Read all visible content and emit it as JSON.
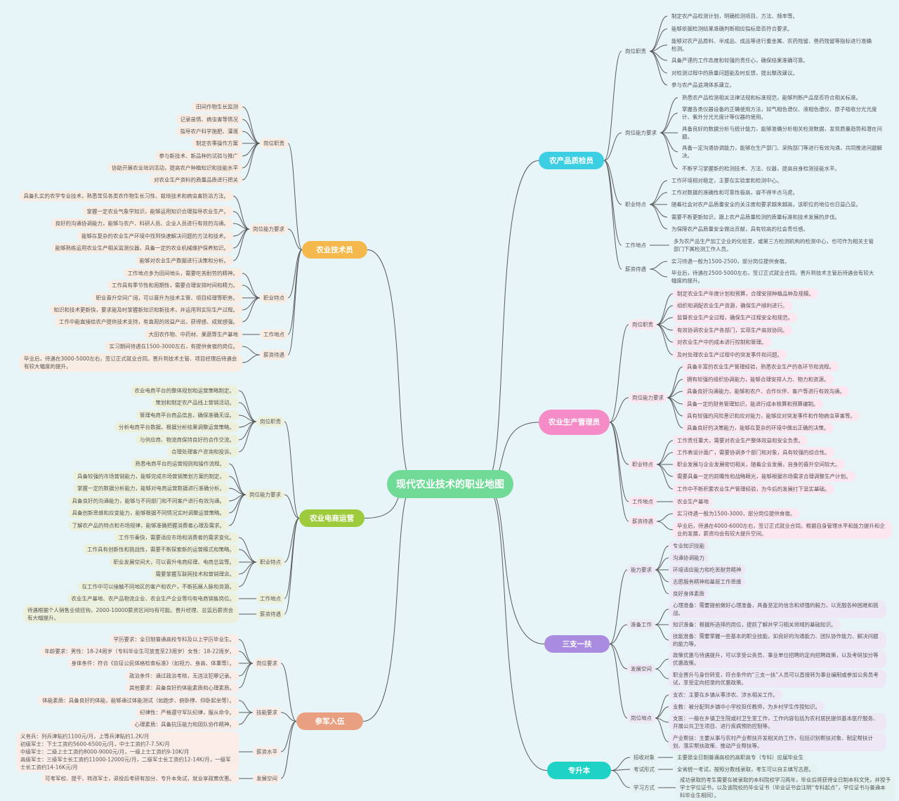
{
  "title": "现代农业技术的职业地图",
  "branches": [
    {
      "label": "农产品质检员",
      "color": "#3ccfe3",
      "leaf_bg": "transparent",
      "groups": [
        {
          "label": "岗位职责",
          "items": [
            "制定农产品检测计划，明确检测项目、方法、频率等。",
            "能够依据检测结果准确判断相应指标是否符合要求。",
            "能够对农产品原料、半成品、成品等进行重金属、农药残留、兽药残留等指标进行准确检测。",
            "具备严谨的工作态度和较强的责任心，确保结果准确可靠。",
            "对检测过程中的质量问题能及时反馈，提出整改建议。",
            "参与农产品追溯体系建立。"
          ]
        },
        {
          "label": "岗位能力要求",
          "items": [
            "熟悉农产品检测相关法律法规和标准规范，能够判断产品是否符合相关标准。",
            "掌握各类仪器设备的正确使用方法，如气相色谱仪、液相色谱仪、原子吸收分光光度计、紫外分光光度计等仪器的使用。",
            "具备良好的数据分析与统计能力，能够准确分析相关检测数据，发现质量趋势和潜在问题。",
            "具备一定沟通协调能力，能够在生产部门、采购部门等进行有效沟通，共同推进问题解决。",
            "不断学习掌握新的检测技术、方法、仪器，提高自身检测技能水平。"
          ]
        },
        {
          "label": "职业特点",
          "items": [
            "工作环境相对稳定，主要在实验室和检测中心。",
            "工作对数据的准确性和可靠性极高，容不得半点马虎。",
            "随着社会对农产品质量安全的关注度和要求越来越高，该职位的地位也日益凸显。",
            "需要不断更新知识，跟上农产品质量检测的质量标准和技术发展的步伐。",
            "为保障农产品质量安全做出贡献，具有较高的社会责任感。"
          ]
        },
        {
          "label": "工作地点",
          "items": [
            "多为农产品生产加工企业的化验室，或第三方检测机构的检测中心，也可作为相关主管部门下属检测工作人员。"
          ]
        },
        {
          "label": "薪资待遇",
          "items": [
            "实习待遇一般为1500-2500，部分岗位提供食宿。",
            "毕业后，待遇在2500-5000左右，签订正式就业合同。晋升到技术主管后待遇会有较大幅度的提升。"
          ]
        }
      ]
    },
    {
      "label": "农业生产管理员",
      "color": "#f58cc8",
      "leaf_bg": "#fce6f0",
      "groups": [
        {
          "label": "岗位职责",
          "items": [
            "制定农业生产年度计划和预算，合理安排种植品种及规模。",
            "组织和调配农业生产资源，确保生产顺利进行。",
            "监督农业生产全过程，确保生产过程安全和规范。",
            "有效协调农业生产各部门，实现生产高效协同。",
            "对农业生产中的成本进行控制和管理。",
            "及时处理农业生产过程中的突发事件和问题。"
          ]
        },
        {
          "label": "岗位能力要求",
          "items": [
            "具备丰富的农业生产管理经验，熟悉农业生产的各环节和流程。",
            "拥有较强的组织协调能力，能够合理安排人力、物力和资源。",
            "具备良好沟通能力，能够和农户、合作伙伴、客户等进行有效沟通。",
            "具备一定的财务管理知识，能进行成本核算和预算编制。",
            "具有较强的风险意识和应对能力，能够应对突发事件和作物病虫草害等。",
            "具备良好的决策能力，能够在复杂的环境中做出正确的决策。"
          ]
        },
        {
          "label": "职业特点",
          "items": [
            "工作责任重大，需要对农业生产整体效益和安全负责。",
            "工作表设计面广，需要协调多个部门和对象，具有较强的综合性。",
            "职业发展与企业发展密切相关，随着企业发展，自身的晋升空间较大。",
            "需要具备一定的前瞻性和战略眼光，能够根据市场需求合理调整生产计划。",
            "工作中不断积累农业生产管理经验，为今后的发展打下坚实基础。"
          ]
        },
        {
          "label": "工作地点",
          "items": [
            "农业生产基地"
          ]
        },
        {
          "label": "薪资待遇",
          "items": [
            "实习待遇一般为1500-3000，部分岗位提供食宿。",
            "毕业后，待遇在4000-6000左右，签订正式就业合同。根据自身管理水平和能力提升和企业的发展，薪资均会有较大提升空间。"
          ]
        }
      ]
    },
    {
      "label": "三支一扶",
      "color": "#a98be0",
      "leaf_bg": "#eee8f6",
      "groups": [
        {
          "label": "能力要求",
          "items": [
            "专业知识技能",
            "沟通协调能力",
            "环境适应能力和吃苦耐劳精神",
            "志愿服务精神和基层工作思维",
            "良好身体素质"
          ]
        },
        {
          "label": "准备工作",
          "items": [
            "心理准备：需要提前做好心理准备，具备坚定的信念和顽强的毅力，以克服各种困难和挑战。",
            "知识准备：根据所选择的岗位，提前了解并学习相关领域的基础知识。",
            "技能准备：需要掌握一些基本的职业技能，如良好的沟通能力、团队协作能力、解决问题的能力等。"
          ]
        },
        {
          "label": "发展空间",
          "items": [
            "政策优惠与待遇提升，可以享受公务员、事业单位招聘的定向招聘政策，以及考研加分等优惠政策。",
            "职业晋升与身份转变，符合条件的“三支一扶”人员可以直接转为事业编制或参加公务员考试，享受定向招录的优惠政策。"
          ]
        },
        {
          "label": "岗位地点",
          "items": [
            "支农：主要在乡镇从事涉农、涉水相关工作。",
            "支教：被分配到乡镇中小学校担任教师，为乡村学生传授知识。",
            "支医：一般在乡镇卫生院或村卫生室工作，工作内容包括为农村居民提供基本医疗服务、开展公共卫生项目、进行疾病预防控制等。",
            "产业帮扶：主要从事与农村产业帮扶开发相关的工作，包括识别帮扶对象、制定帮扶计划、落实帮扶政策、推动产业帮扶等。"
          ]
        }
      ]
    },
    {
      "label": "专升本",
      "color": "#1fd2c6",
      "leaf_bg": "#e4f2f2",
      "groups": [
        {
          "label": "招收对象",
          "items": [
            "主要是全日制普通高校的高职高专（专科）应届毕业生"
          ]
        },
        {
          "label": "考试形式",
          "items": [
            "全省统一考试，按照分数线录取，考生可以自主填写志愿。"
          ]
        },
        {
          "label": "学习方式",
          "items": [
            "成功录取的考生需要在被录取的本科院校学习两年，毕业后将获得全日制本科文凭，并授予学士学位证书，以及该院校的毕业证书（毕业证书会注明“专科起点”，学位证书与普通本科毕业生相同）。"
          ]
        }
      ]
    },
    {
      "label": "农业技术员",
      "color": "#f4b84c",
      "leaf_bg": "#f9ece2",
      "groups": [
        {
          "label": "岗位职责",
          "items": [
            "田间作物生长监测",
            "记录苗情、病虫害等情况",
            "指导农户科学施肥、灌溉",
            "制定农事操作方案",
            "参与新技术、新品种的试验与推广",
            "协助开展农业培训活动，提高农户种植知识和技能水平",
            "对农业生产资料的质量品质进行把关"
          ]
        },
        {
          "label": "岗位能力要求",
          "items": [
            "具备扎实的农学专业技术，熟悉常见各类农作物生长习性、栽培技术和病虫害防治方法。",
            "掌握一定农业气象学知识，能够运用知识合理指导农业生产。",
            "良好的沟通协调能力，能够与农户、科研人员、企业人员进行有效的沟通。",
            "能够在复杂的农业生产环境中找到快速解决问题的方法和技术。",
            "能够熟练运用农业生产相关监测仪器，具备一定的农业机械维护保养知识。",
            "能够对农业生产数据进行决策和分析。"
          ]
        },
        {
          "label": "职业特点",
          "items": [
            "工作地点多为田间地头，需要吃苦耐劳的精神。",
            "工作具有季节性和周期性，需要合理安排时间和精力。",
            "职业晋升空间广阔，可以晋升为技术主管、项目经理等职务。",
            "知识和技术更新快，要求能及时掌握新知识和新技术，并运用到实际生产过程。",
            "工作中能直接给农户提供技术支持，有直观的效益产出，获得感、成就感强。"
          ]
        },
        {
          "label": "工作地点",
          "items": [
            "大田农作物、中药材、果蔬等生产基地"
          ]
        },
        {
          "label": "薪资待遇",
          "items": [
            "实习期间待遇在1500-3000左右，有提供食宿的岗位。",
            "毕业后，待遇在3000-5000左右，签订正式就业合同。晋升到技术主管、项目经理后待遇会有较大幅度的提升。"
          ]
        }
      ]
    },
    {
      "label": "农业电商运营",
      "color": "#9dcb3c",
      "leaf_bg": "#edf1dc",
      "groups": [
        {
          "label": "岗位职责",
          "items": [
            "农业电商平台的整体规划和运营策略制定。",
            "策划和制定农产品线上营销活动。",
            "管理电商平台商品信息，确保准确无误。",
            "分析电商平台数据，根据分析结果调整运营策略。",
            "与供应商、物流商保持良好的合作交流。",
            "合理处理客户咨询和投诉。"
          ]
        },
        {
          "label": "岗位能力要求",
          "items": [
            "熟悉电商平台的运营规则和操作流程。",
            "具备较强的市场营销能力，能够完成市场营销策划方案的制定。",
            "掌握一定的数据分析能力，能够对电商运营数据进行准确分析。",
            "具备良好的沟通能力，能够与不同部门和不同客户进行有效沟通。",
            "具备创新思维和应变能力，能够根据不同情况实时调整运营策略。",
            "了解农产品的特点和市场规律，能够准确把握消费者心理及需求。"
          ]
        },
        {
          "label": "职业特点",
          "items": [
            "工作节奏快，需要适应市场和消费者的需求变化。",
            "工作具有创新性和挑战性，需要不断探索新的运营模式和策略。",
            "职业发展空间大，可以晋升电商经理、电商总监等。",
            "需要掌握互联网技术和营销理念。",
            "在工作中可以接触不同地区的客户和农户，不断拓展人脉和资源。"
          ]
        },
        {
          "label": "工作地点",
          "items": [
            "农业生产基地、农产品物流企业、农业生产企业等均有电商销售岗位。"
          ]
        },
        {
          "label": "薪资待遇",
          "items": [
            "待遇根据个人销售业绩挂钩，2000-10000薪资区间均有可能。晋升经理、总监后薪资会有大幅提升。"
          ]
        }
      ]
    },
    {
      "label": "参军入伍",
      "color": "#e9a080",
      "leaf_bg": "#faede8",
      "groups": [
        {
          "label": "岗位要求",
          "items": [
            "学历要求：全日制普通高校专科及以上学历毕业生。",
            "年龄要求：男性：18-24周岁（专科毕业生可放宽至23周岁）女性：18-22周岁。",
            "身体条件：符合《应征公民体格检查标准》（如视力、身高、体重等）。",
            "政治条件：通过政治考核，无违法犯罪记录。",
            "其他要求：具备良好的体能素质和心理素质。"
          ]
        },
        {
          "label": "技能要求",
          "items": [
            "体能素质：具备良好的体能，能够通过体能测试（如跑步、俯卧撑、仰卧起坐等）。",
            "纪律性：严格遵守军队纪律，服从命令。",
            "心理素质：具备抗压能力和团队协作精神。"
          ]
        },
        {
          "label": "薪资水平",
          "items": [
            "义务兵：列兵津贴约1100元/月，上等兵津贴约1.2K/月\n初级军士：下士工资约5600-6500元/月，中士工资约7-7.5K/月\n中级军士：二级上士工资约8000-9000元/月，一级上士工资约9-10K/月\n高级军士：三级军士长工资约11000-12000元/月，二级军士长工资约12-14K/月，一级军士长工资约14-16K元/月"
          ]
        },
        {
          "label": "发展空间",
          "items": [
            "可考军校、提干、转改军士，退役后考研有加分、专升本免试，就业享政策优惠。"
          ]
        }
      ]
    }
  ]
}
